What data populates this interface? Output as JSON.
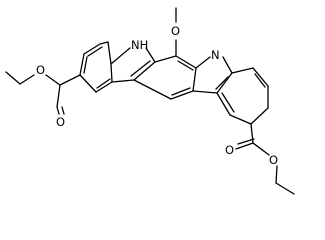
{
  "structure": {
    "atoms": {
      "nh": "NH",
      "n": "N",
      "methoxy_o": "O",
      "ester_left_carbonyl_o": "O",
      "ester_left_ether_o": "O",
      "ester_right_carbonyl_o": "O",
      "ester_right_ether_o": "O"
    }
  },
  "colors": {
    "bond": "#000000",
    "label": "#000000",
    "background": "#ffffff"
  }
}
